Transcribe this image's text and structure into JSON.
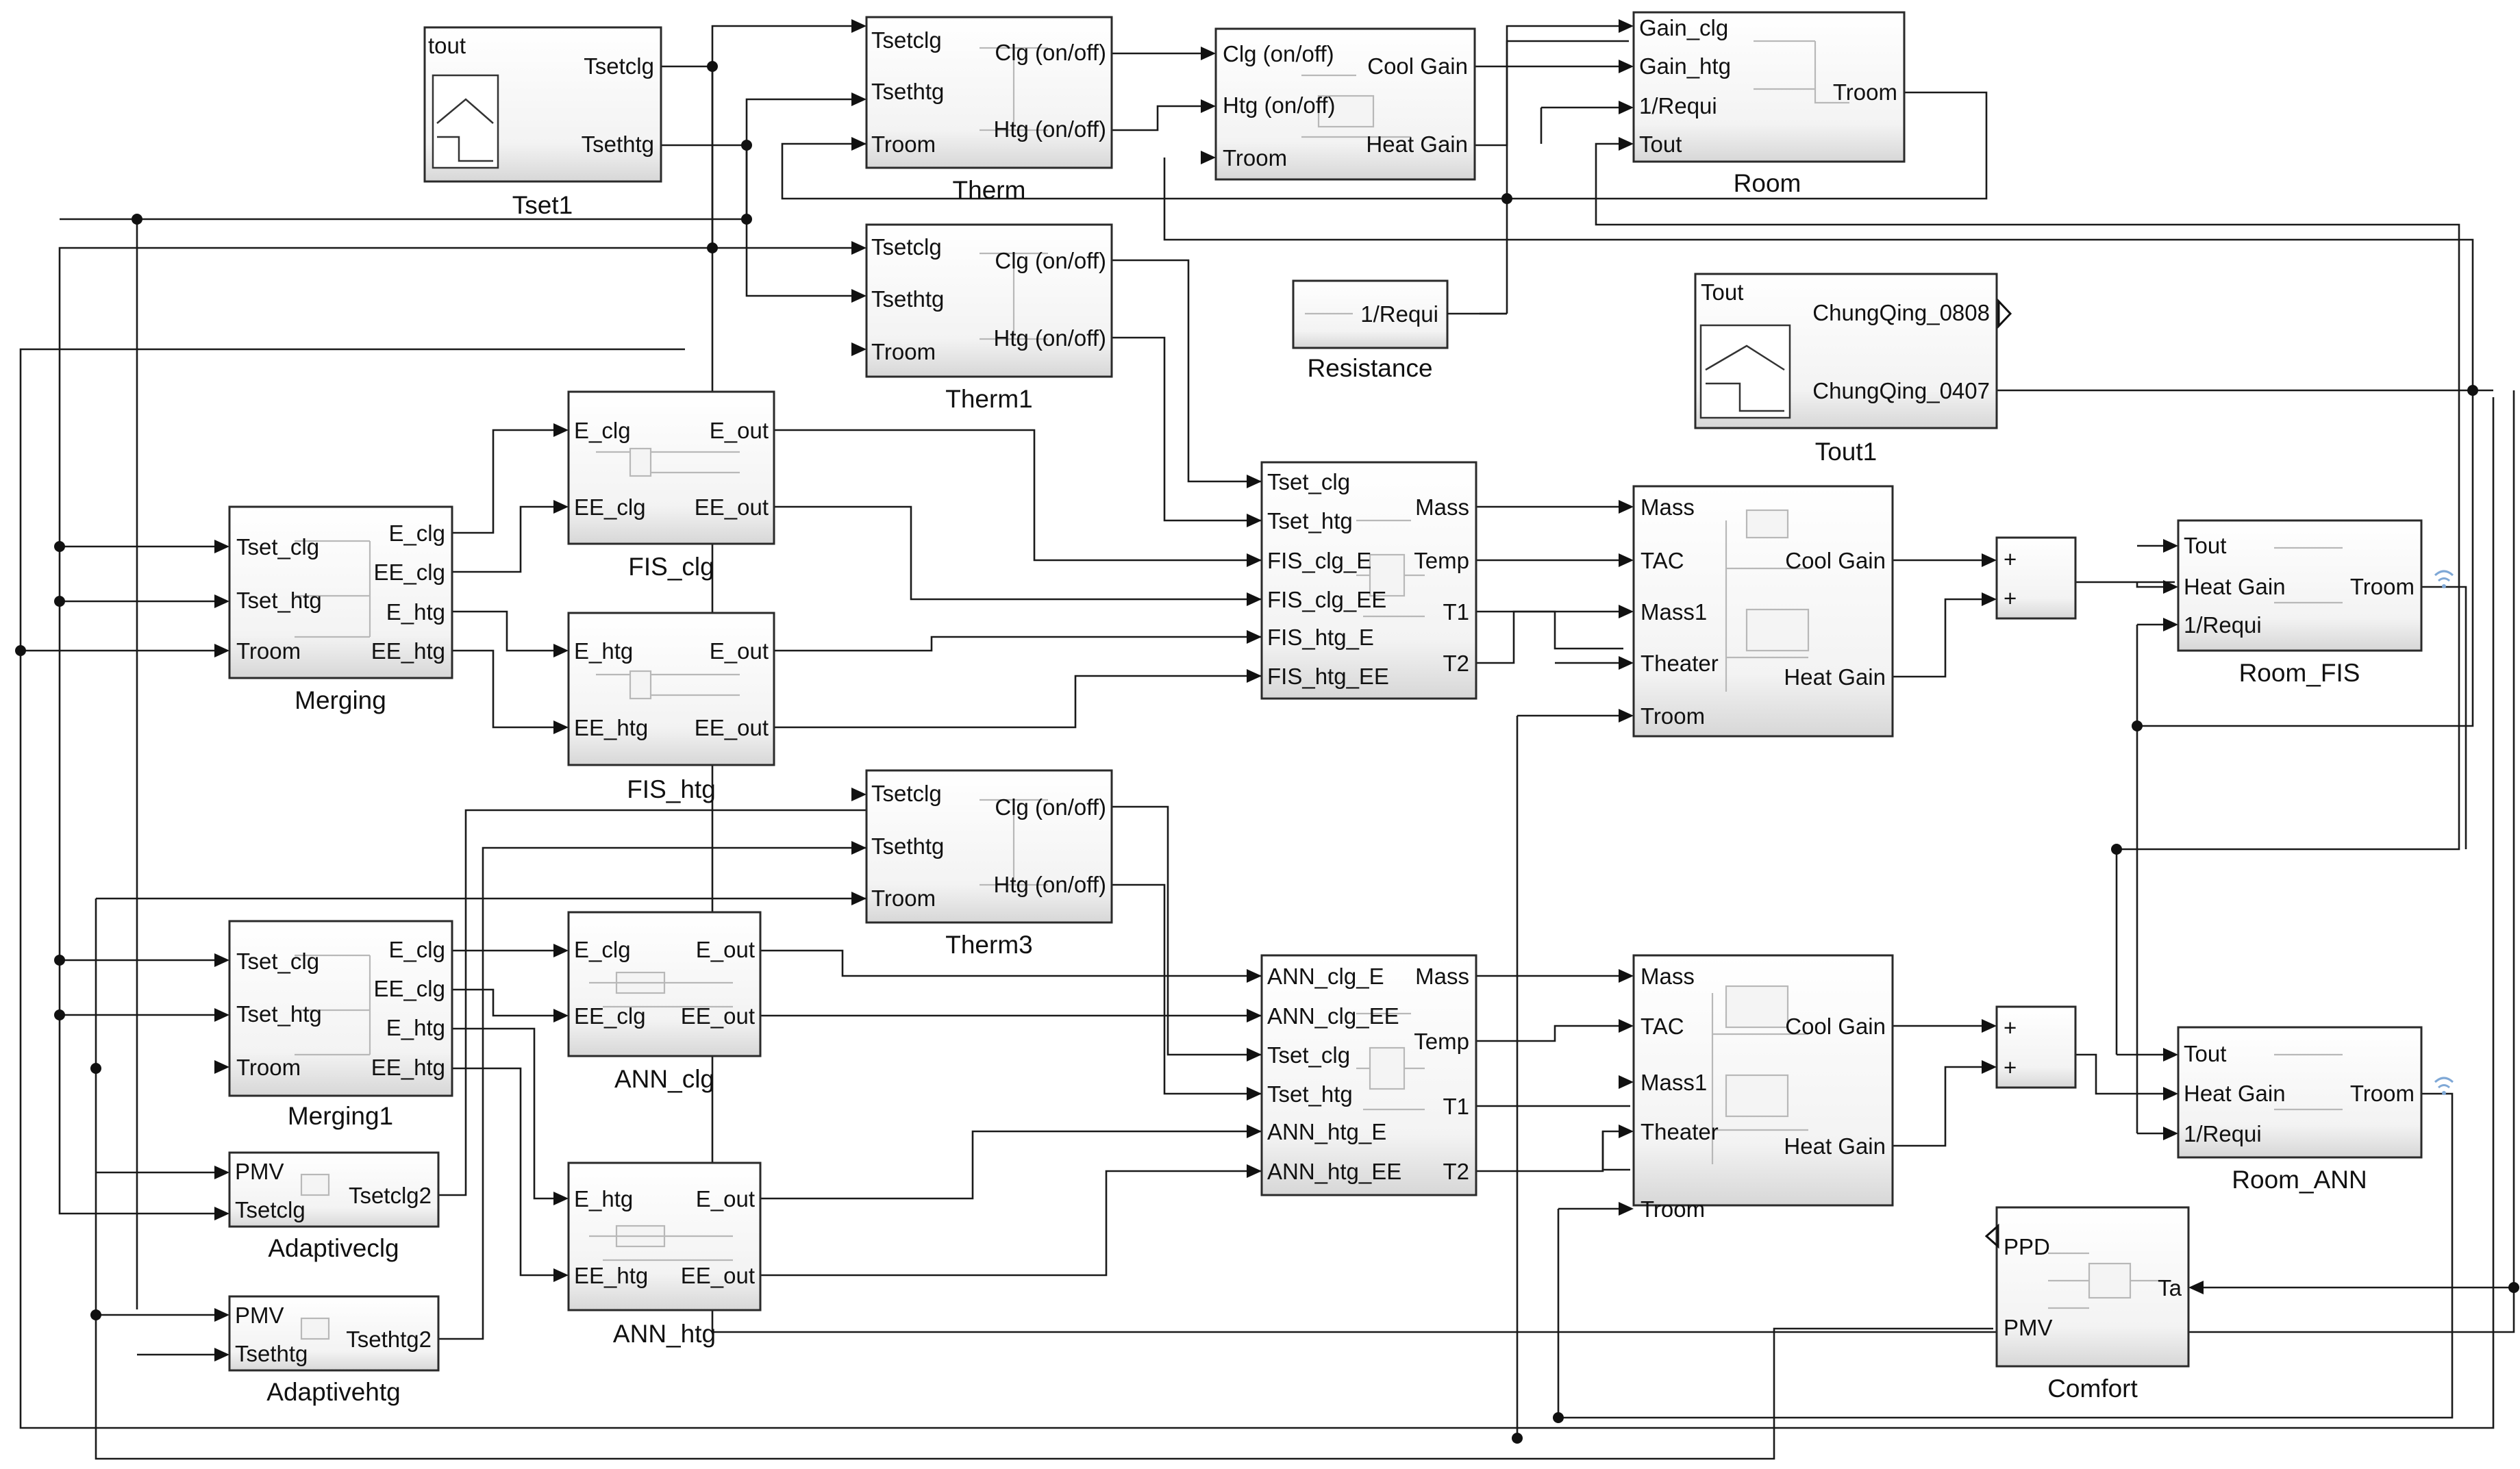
{
  "blocks": {
    "tset1": {
      "name": "Tset1",
      "title": "tout",
      "outputs": [
        "Tsetclg",
        "Tsethtg"
      ]
    },
    "therm": {
      "name": "Therm",
      "inputs": [
        "Tsetclg",
        "Tsethtg",
        "Troom"
      ],
      "outputs": [
        "Clg (on/off)",
        "Htg (on/off)"
      ]
    },
    "therm1": {
      "name": "Therm1",
      "inputs": [
        "Tsetclg",
        "Tsethtg",
        "Troom"
      ],
      "outputs": [
        "Clg (on/off)",
        "Htg (on/off)"
      ]
    },
    "therm3": {
      "name": "Therm3",
      "inputs": [
        "Tsetclg",
        "Tsethtg",
        "Troom"
      ],
      "outputs": [
        "Clg (on/off)",
        "Htg (on/off)"
      ]
    },
    "heater": {
      "name": "",
      "inputs": [
        "Clg (on/off)",
        "Htg (on/off)",
        "Troom"
      ],
      "outputs": [
        "Cool Gain",
        "Heat Gain"
      ]
    },
    "room": {
      "name": "Room",
      "inputs": [
        "Gain_clg",
        "Gain_htg",
        "1/Requi",
        "Tout"
      ],
      "outputs": [
        "Troom"
      ]
    },
    "resistance": {
      "name": "Resistance",
      "outputs": [
        "1/Requi"
      ]
    },
    "tout1": {
      "name": "Tout1",
      "title": "Tout",
      "outputs": [
        "ChungQing_0808",
        "ChungQing_0407"
      ]
    },
    "merging": {
      "name": "Merging",
      "inputs": [
        "Tset_clg",
        "Tset_htg",
        "Troom"
      ],
      "outputs": [
        "E_clg",
        "EE_clg",
        "E_htg",
        "EE_htg"
      ]
    },
    "merging1": {
      "name": "Merging1",
      "inputs": [
        "Tset_clg",
        "Tset_htg",
        "Troom"
      ],
      "outputs": [
        "E_clg",
        "EE_clg",
        "E_htg",
        "EE_htg"
      ]
    },
    "fis_clg": {
      "name": "FIS_clg",
      "inputs": [
        "E_clg",
        "EE_clg"
      ],
      "outputs": [
        "E_out",
        "EE_out"
      ]
    },
    "fis_htg": {
      "name": "FIS_htg",
      "inputs": [
        "E_htg",
        "EE_htg"
      ],
      "outputs": [
        "E_out",
        "EE_out"
      ]
    },
    "ann_clg": {
      "name": "ANN_clg",
      "inputs": [
        "E_clg",
        "EE_clg"
      ],
      "outputs": [
        "E_out",
        "EE_out"
      ]
    },
    "ann_htg": {
      "name": "ANN_htg",
      "inputs": [
        "E_htg",
        "EE_htg"
      ],
      "outputs": [
        "E_out",
        "EE_out"
      ]
    },
    "fis_mix": {
      "name": "",
      "inputs": [
        "Tset_clg",
        "Tset_htg",
        "FIS_clg_E",
        "FIS_clg_EE",
        "FIS_htg_E",
        "FIS_htg_EE"
      ],
      "outputs": [
        "Mass",
        "Temp",
        "T1",
        "T2"
      ]
    },
    "ann_mix": {
      "name": "",
      "inputs": [
        "ANN_clg_E",
        "ANN_clg_EE",
        "Tset_clg",
        "Tset_htg",
        "ANN_htg_E",
        "ANN_htg_EE"
      ],
      "outputs": [
        "Mass",
        "Temp",
        "T1",
        "T2"
      ]
    },
    "hvac_fis": {
      "name": "",
      "inputs": [
        "Mass",
        "TAC",
        "Mass1",
        "Theater",
        "Troom"
      ],
      "outputs": [
        "Cool Gain",
        "Heat Gain"
      ]
    },
    "hvac_ann": {
      "name": "",
      "inputs": [
        "Mass",
        "TAC",
        "Mass1",
        "Theater",
        "Troom"
      ],
      "outputs": [
        "Cool Gain",
        "Heat Gain"
      ]
    },
    "sum_fis": {
      "signs": [
        "+",
        "+"
      ]
    },
    "sum_ann": {
      "signs": [
        "+",
        "+"
      ]
    },
    "room_fis": {
      "name": "Room_FIS",
      "inputs": [
        "Tout",
        "Heat Gain",
        "1/Requi"
      ],
      "outputs": [
        "Troom"
      ]
    },
    "room_ann": {
      "name": "Room_ANN",
      "inputs": [
        "Tout",
        "Heat Gain",
        "1/Requi"
      ],
      "outputs": [
        "Troom"
      ]
    },
    "adaptiveclg": {
      "name": "Adaptiveclg",
      "inputs": [
        "PMV",
        "Tsetclg"
      ],
      "outputs": [
        "Tsetclg2"
      ]
    },
    "adaptivehtg": {
      "name": "Adaptivehtg",
      "inputs": [
        "PMV",
        "Tsethtg"
      ],
      "outputs": [
        "Tsethtg2"
      ]
    },
    "comfort": {
      "name": "Comfort",
      "inputs": [
        "Ta"
      ],
      "outputs": [
        "PPD",
        "PMV"
      ]
    }
  }
}
